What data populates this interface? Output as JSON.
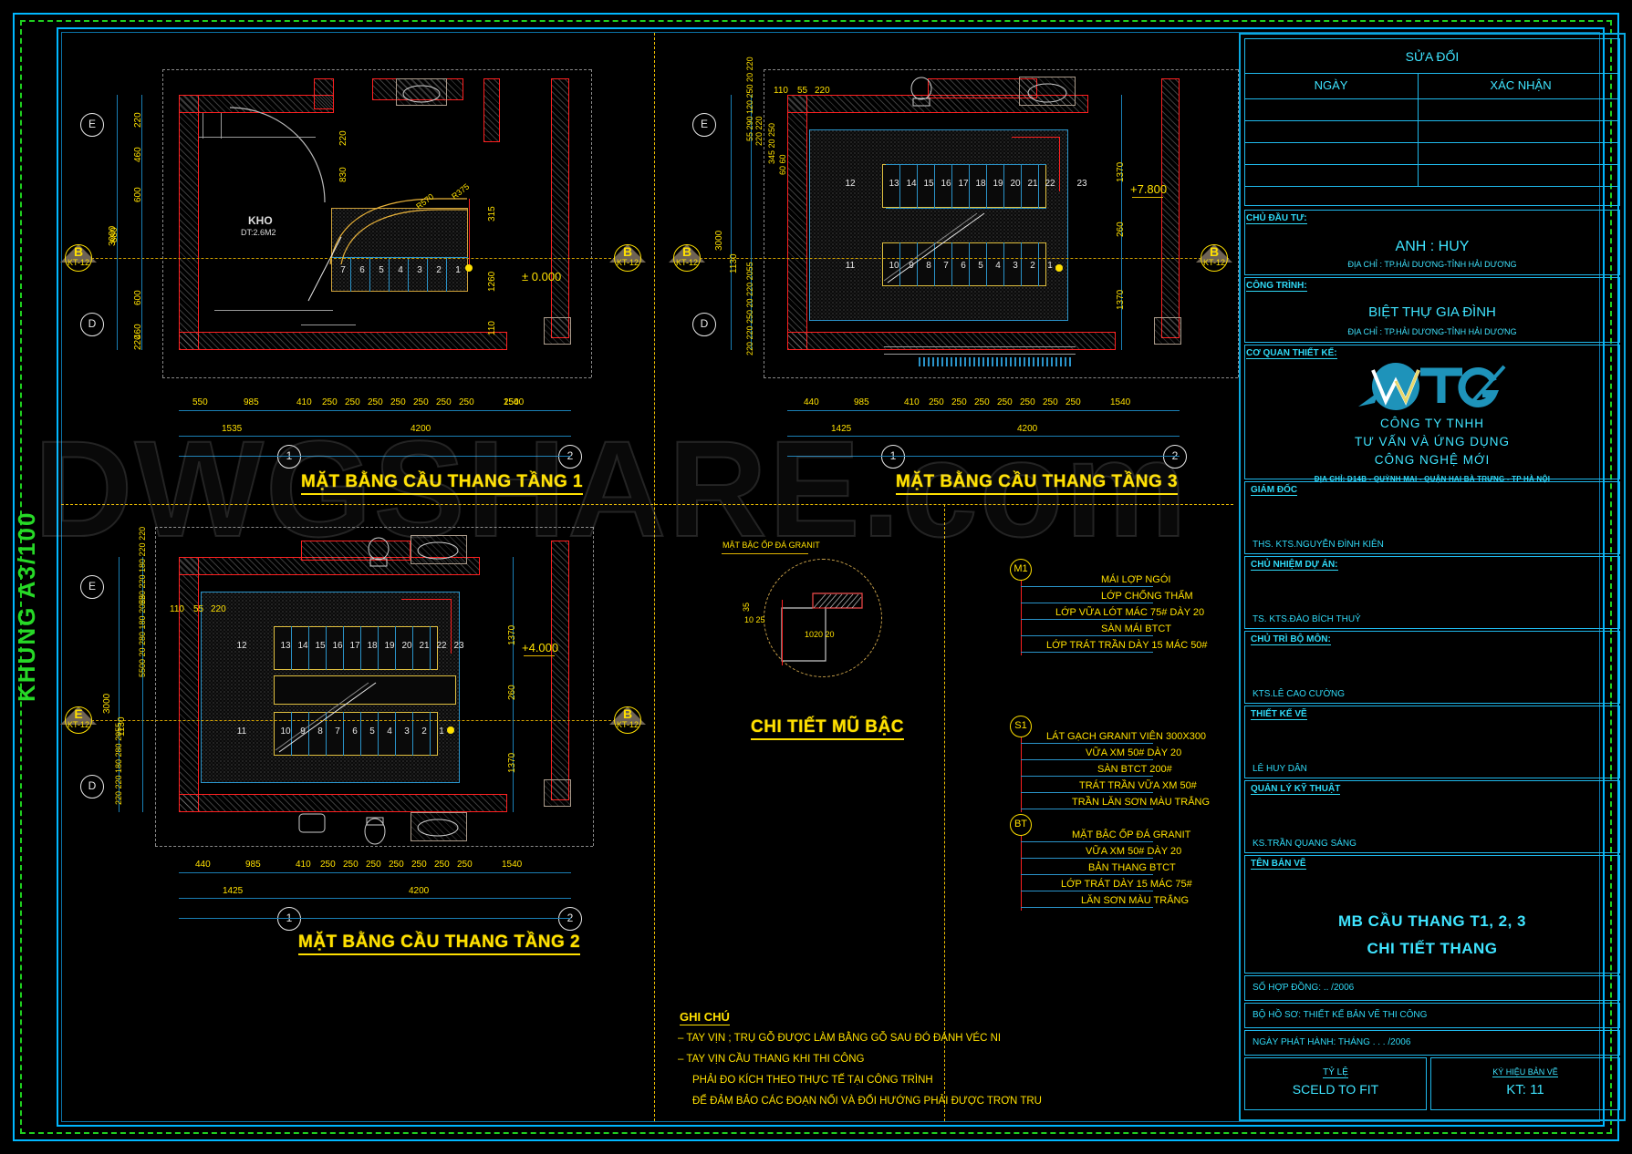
{
  "meta": {
    "frame_label": "KHUNG A3/100",
    "watermark": "DWGSHARE.com"
  },
  "plans": [
    {
      "id": "floor1",
      "title": "MẶT BẰNG CẦU THANG TẦNG 1",
      "room_label": "KHO",
      "room_area": "DT:2.6M2",
      "level": "± 0.000",
      "radius_1": "R570",
      "radius_2": "R375",
      "step_numbers": [
        "7",
        "6",
        "5",
        "4",
        "3",
        "2",
        "1"
      ],
      "dims_bottom_1": [
        "550",
        "985",
        "410",
        "250",
        "250",
        "250",
        "250",
        "250",
        "250",
        "250"
      ],
      "dims_bottom_2": [
        "1535",
        "4200"
      ],
      "dims_left": [
        "220",
        "460",
        "600",
        "880",
        "600",
        "460",
        "220"
      ],
      "dims_left_total": [
        "3000"
      ],
      "dims_right": [
        "220",
        "830",
        "315",
        "1260",
        "110"
      ],
      "grid_left": [
        "E",
        "D"
      ],
      "grid_bubble": "B",
      "grid_bubble_sub": "KT-12",
      "grid_bottom": [
        "1",
        "2"
      ]
    },
    {
      "id": "floor3",
      "title": "MẶT BẰNG CẦU THANG TẦNG 3",
      "level": "+7.800",
      "step_numbers_top": [
        "12",
        "13",
        "14",
        "15",
        "16",
        "17",
        "18",
        "19",
        "20",
        "21",
        "22",
        "23"
      ],
      "step_numbers_bottom": [
        "11",
        "10",
        "9",
        "8",
        "7",
        "6",
        "5",
        "4",
        "3",
        "2",
        "1"
      ],
      "dims_bottom_1": [
        "440",
        "985",
        "410",
        "250",
        "250",
        "250",
        "250",
        "250",
        "250",
        "250"
      ],
      "dims_bottom_2": [
        "1425",
        "4200"
      ],
      "dims_left": [
        "220",
        "220",
        "250",
        "220",
        "220",
        "2055",
        "1130",
        "3000"
      ],
      "dims_top": [
        "110",
        "55",
        "220"
      ],
      "dims_top_stack": [
        "220",
        "220",
        "55",
        "290",
        "120",
        "250",
        "20",
        "220"
      ],
      "dims_mid": [
        "345",
        "20",
        "250",
        "60",
        "60"
      ],
      "dims_right": [
        "1370",
        "260",
        "1370"
      ],
      "grid_left": [
        "E",
        "D"
      ],
      "grid_bubble": "B",
      "grid_bubble_sub": "KT-12",
      "grid_bottom": [
        "1",
        "2"
      ]
    },
    {
      "id": "floor2",
      "title": "MẶT BẰNG CẦU THANG TẦNG 2",
      "level": "+4.000",
      "step_numbers_top": [
        "12",
        "13",
        "14",
        "15",
        "16",
        "17",
        "18",
        "19",
        "20",
        "21",
        "22",
        "23"
      ],
      "step_numbers_bottom": [
        "11",
        "10",
        "9",
        "8",
        "7",
        "6",
        "5",
        "4",
        "3",
        "2",
        "1"
      ],
      "dims_bottom_1": [
        "440",
        "985",
        "410",
        "250",
        "250",
        "250",
        "250",
        "250",
        "250",
        "250"
      ],
      "dims_bottom_2": [
        "1425",
        "4200"
      ],
      "dims_left": [
        "220",
        "220",
        "180",
        "280",
        "2055"
      ],
      "dims_left2": [
        "550",
        "200",
        "280",
        "180",
        "220",
        "220"
      ],
      "dims_top": [
        "110",
        "55",
        "220"
      ],
      "dims_left_total": [
        "3000",
        "1130"
      ],
      "dims_right": [
        "1370",
        "260",
        "1370"
      ],
      "grid_left": [
        "E",
        "D"
      ],
      "grid_bubble": "B",
      "grid_bubble_sub": "KT-12",
      "grid_bottom": [
        "1",
        "2"
      ]
    }
  ],
  "detail": {
    "title": "CHI TIẾT MŨ BẬC",
    "caption": "MẶT BẬC ỐP ĐÁ GRANIT",
    "dims": [
      "35",
      "10",
      "25",
      "10",
      "20",
      "20"
    ]
  },
  "legends": [
    {
      "tag": "M1",
      "items": [
        "MÁI LỢP NGÓI",
        "LỚP CHỐNG THẤM",
        "LỚP VỮA LÓT MÁC 75# DÀY 20",
        "SÀN MÁI BTCT",
        "LỚP TRÁT TRẦN DÀY 15 MÁC 50#"
      ]
    },
    {
      "tag": "S1",
      "items": [
        "LÁT GẠCH GRANIT VIÊN 300X300",
        "VỮA XM 50# DÀY 20",
        "SÀN BTCT 200#",
        "TRÁT TRẦN VỮA XM 50#",
        "TRẦN LĂN SƠN MÀU TRẮNG"
      ]
    },
    {
      "tag": "BT",
      "items": [
        "MẶT BẬC ỐP ĐÁ GRANIT",
        "VỮA XM 50# DÀY 20",
        "BẢN THANG BTCT",
        "LỚP TRÁT DÀY 15 MÁC 75#",
        "LĂN SƠN MÀU TRẮNG"
      ]
    }
  ],
  "notes": {
    "title": "GHI CHÚ",
    "lines": [
      "–  TAY VỊN ;   TRỤ GỖ ĐƯỢC LÀM BẰNG GỖ SAU ĐÓ ĐÁNH VÉC NI",
      "–  TAY VỊN CẦU THANG KHI THI CÔNG",
      "PHẢI ĐO KÍCH THEO THỰC TẾ TẠI CÔNG TRÌNH",
      "ĐỂ ĐẢM BẢO CÁC ĐOẠN NỐI VÀ ĐỔI HƯỚNG PHẢI ĐƯỢC TRƠN TRU"
    ]
  },
  "titleblock": {
    "revision": {
      "header": "SỬA ĐỔI",
      "col_date": "NGÀY",
      "col_confirm": "XÁC NHẬN"
    },
    "owner": {
      "caption": "CHỦ ĐẦU TƯ:",
      "name": "ANH :  HUY",
      "address": "ĐỊA CHỈ : TP.HẢI DƯƠNG-TỈNH HẢI DƯƠNG"
    },
    "project": {
      "caption": "CÔNG TRÌNH:",
      "name": "BIỆT THỰ GIA ĐÌNH",
      "address": "ĐỊA CHỈ : TP.HẢI DƯƠNG-TỈNH HẢI DƯƠNG"
    },
    "design_org": {
      "caption": "CƠ QUAN THIẾT KẾ:",
      "logo_text": "WTG",
      "company_line1": "CÔNG TY TNHH",
      "company_line2": "TƯ VẤN VÀ ỨNG DỤNG",
      "company_line3": "CÔNG NGHỆ MỚI",
      "company_address": "ĐỊA CHỈ: D14B - QUỲNH MAI - QUẬN HAI BÀ TRƯNG - TP HÀ NỘI"
    },
    "roles": [
      {
        "caption": "GIÁM ĐỐC",
        "name": "THS. KTS.NGUYỄN ĐÌNH KIÊN"
      },
      {
        "caption": "CHỦ NHIỆM DỰ ÁN:",
        "name": "TS. KTS.ĐÀO BÍCH THUỶ"
      },
      {
        "caption": "CHỦ TRÌ BỘ MÔN:",
        "name": "KTS.LÊ CAO CƯỜNG"
      },
      {
        "caption": "THIẾT KẾ VẼ",
        "name": "LÊ HUY DÂN"
      },
      {
        "caption": "QUẢN LÝ KỸ THUẬT",
        "name": "KS.TRẦN QUANG SÁNG"
      }
    ],
    "drawing": {
      "caption": "TÊN BẢN VẼ",
      "line1": "MB CẦU THANG T1, 2, 3",
      "line2": "CHI TIẾT THANG"
    },
    "footer": {
      "contract": "SỐ HỢP ĐỒNG: .. /2006",
      "dossier": "BỘ HỒ SƠ: THIẾT KẾ BẢN VẼ THI CÔNG",
      "issue_date": "NGÀY PHÁT HÀNH:  THÁNG . . . /2006",
      "scale_caption": "TỶ LỆ",
      "scale_value": "SCELD TO FIT",
      "code_caption": "KÝ HIỆU BẢN VẼ",
      "code_value": "KT: 11"
    }
  }
}
